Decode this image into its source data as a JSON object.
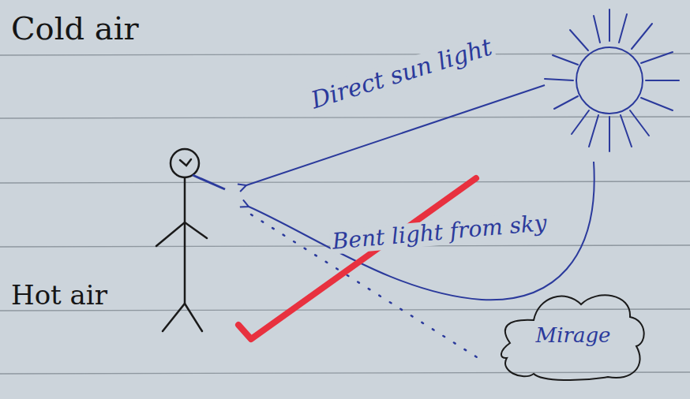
{
  "diagram": {
    "nodes": [
      {
        "text": [
          "Mirage"
        ]
      }
    ],
    "labels": [
      "Cold air",
      "Direct sun light",
      "Hot air",
      "Bent light from sky"
    ]
  }
}
